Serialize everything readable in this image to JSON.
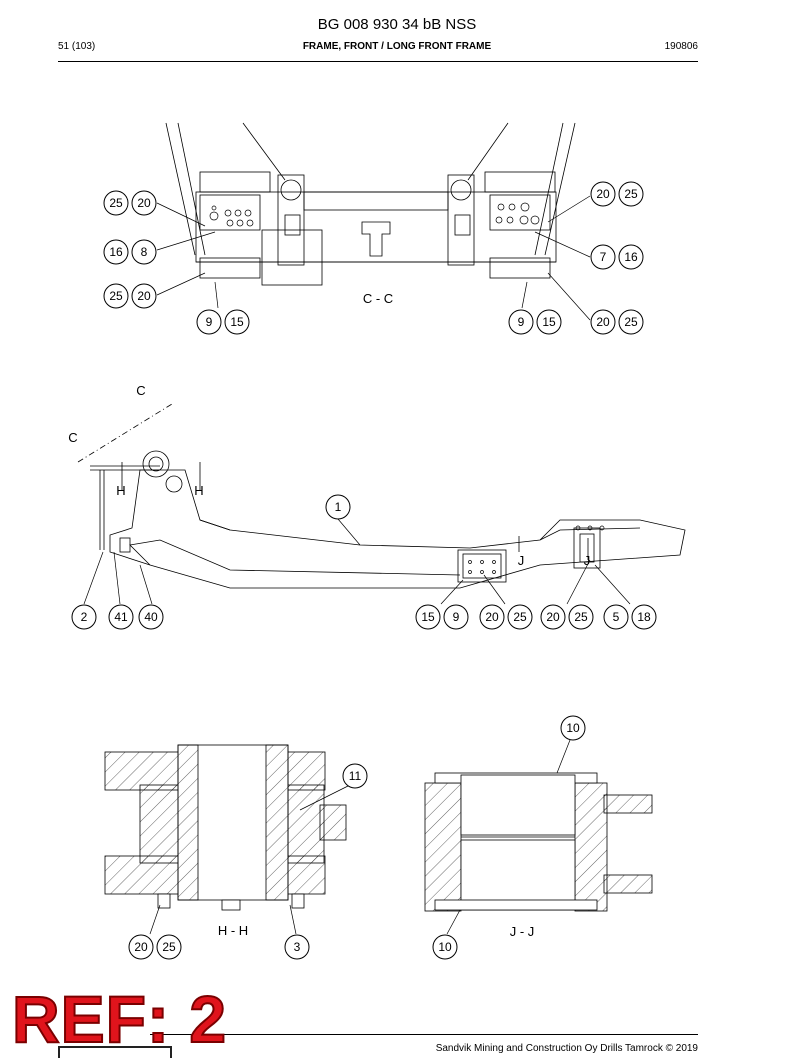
{
  "header": {
    "doc_id": "BG 008 930 34 bB NSS",
    "page": "51 (103)",
    "section_title": "FRAME, FRONT / LONG FRONT FRAME",
    "date_code": "190806"
  },
  "footer": {
    "copyright": "Sandvik Mining and Construction Oy Drills Tamrock © 2019"
  },
  "stamp": {
    "text": "REF: 2",
    "color": "#e0141c"
  },
  "views": {
    "section_cc": "C - C",
    "section_hh": "H - H",
    "section_jj": "J - J"
  },
  "markers": {
    "c": "C",
    "h": "H",
    "j": "J"
  },
  "balloons": {
    "t_25a": "25",
    "t_20a": "20",
    "t_16a": "16",
    "t_8": "8",
    "t_25b": "25",
    "t_20b": "20",
    "t_9a": "9",
    "t_15a": "15",
    "t_20c": "20",
    "t_25c": "25",
    "t_7": "7",
    "t_16b": "16",
    "t_9b": "9",
    "t_15b": "15",
    "t_20d": "20",
    "t_25d": "25",
    "s_1": "1",
    "s_2": "2",
    "s_41": "41",
    "s_40": "40",
    "s_15": "15",
    "s_9": "9",
    "s_20a": "20",
    "s_25a": "25",
    "s_20b": "20",
    "s_25b": "25",
    "s_5": "5",
    "s_18": "18",
    "b_20": "20",
    "b_25": "25",
    "b_3": "3",
    "b_11": "11",
    "b_10a": "10",
    "b_10b": "10"
  }
}
